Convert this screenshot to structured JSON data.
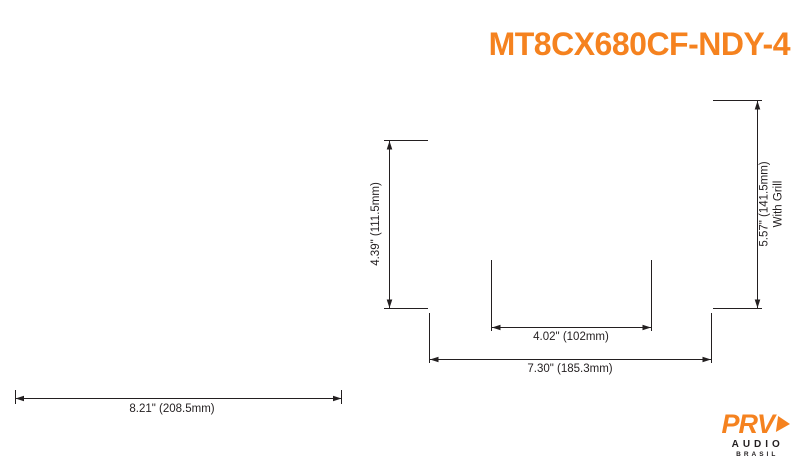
{
  "title": "MT8CX680CF-NDY-4",
  "colors": {
    "accent_orange": "#F5821F",
    "line_ink": "#231F20"
  },
  "dimensions": {
    "front_width": "8.21\" (208.5mm)",
    "body_height": "4.39\" (111.5mm)",
    "grill_height": "5.57\" (141.5mm)",
    "grill_height_note": "With Grill",
    "inner_width": "4.02\" (102mm)",
    "overall_width": "7.30\" (185.3mm)"
  },
  "logo": {
    "brand": "PRV",
    "division": "AUDIO",
    "country": "BRASIL"
  }
}
